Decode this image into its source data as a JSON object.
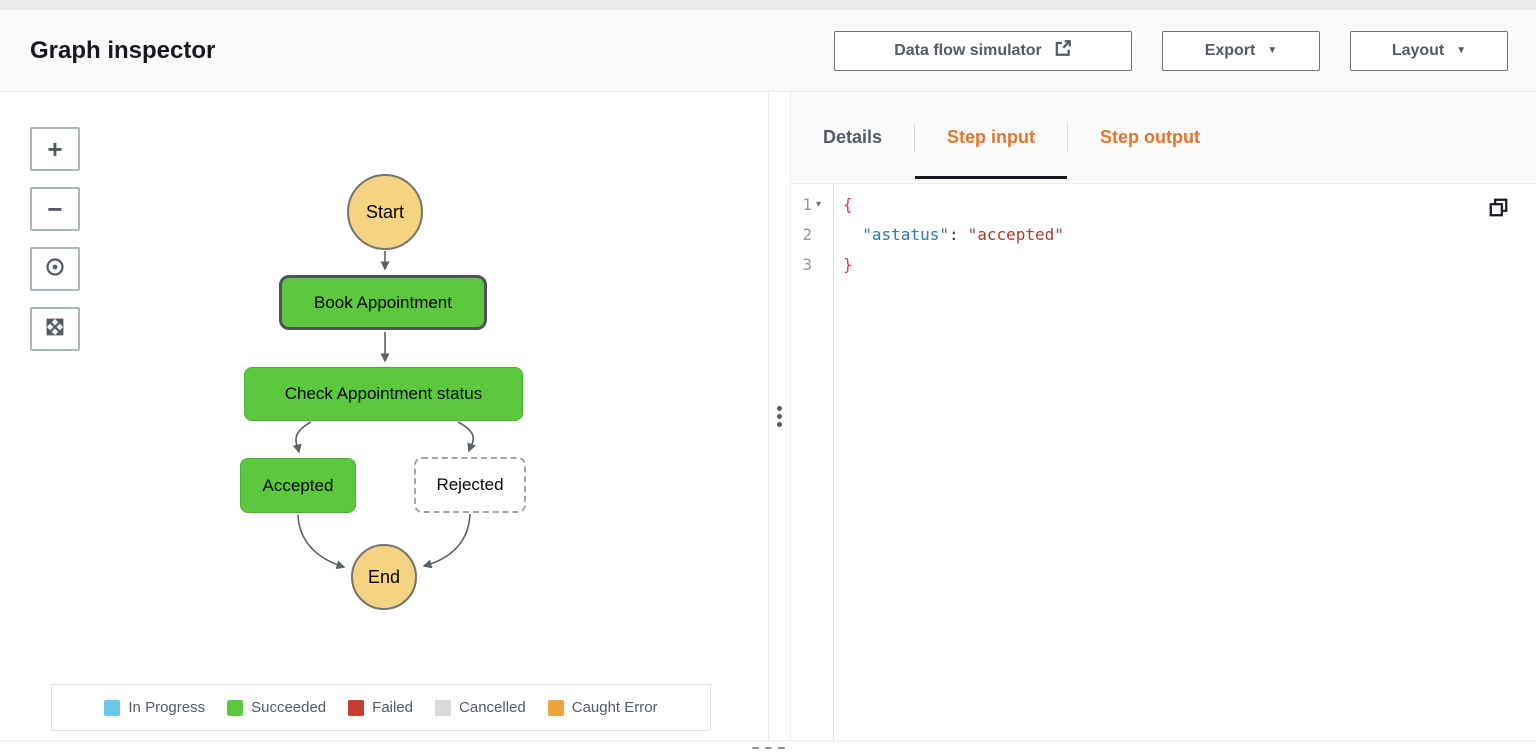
{
  "header": {
    "title": "Graph inspector",
    "buttons": [
      {
        "label": "Data flow simulator",
        "icon": "external-link-icon"
      },
      {
        "label": "Export",
        "icon": "caret-down-icon"
      },
      {
        "label": "Layout",
        "icon": "caret-down-icon"
      }
    ]
  },
  "graph": {
    "zoom_controls": [
      {
        "name": "zoom-in",
        "glyph": "+"
      },
      {
        "name": "zoom-out",
        "glyph": "−"
      },
      {
        "name": "center",
        "glyph": "target"
      },
      {
        "name": "fit-view",
        "glyph": "expand-arrows"
      }
    ],
    "nodes": [
      {
        "id": "start",
        "label": "Start",
        "type": "circle",
        "status": "start"
      },
      {
        "id": "book-appointment",
        "label": "Book Appointment",
        "type": "task",
        "status": "succeeded",
        "selected": true
      },
      {
        "id": "check-appointment-status",
        "label": "Check Appointment status",
        "type": "choice",
        "status": "succeeded"
      },
      {
        "id": "accepted",
        "label": "Accepted",
        "type": "task",
        "status": "succeeded"
      },
      {
        "id": "rejected",
        "label": "Rejected",
        "type": "task",
        "status": "not-executed"
      },
      {
        "id": "end",
        "label": "End",
        "type": "circle",
        "status": "end"
      }
    ],
    "edges": [
      "start->book-appointment",
      "book-appointment->check-appointment-status",
      "check-appointment-status->accepted",
      "check-appointment-status->rejected",
      "accepted->end",
      "rejected->end"
    ],
    "legend": [
      {
        "label": "In Progress",
        "color": "#6bc6ea"
      },
      {
        "label": "Succeeded",
        "color": "#5bc83e"
      },
      {
        "label": "Failed",
        "color": "#c63b34"
      },
      {
        "label": "Cancelled",
        "color": "#d9dbdb"
      },
      {
        "label": "Caught Error",
        "color": "#eea43d"
      }
    ]
  },
  "inspector": {
    "tabs": [
      {
        "label": "Details",
        "active": false
      },
      {
        "label": "Step input",
        "active": true
      },
      {
        "label": "Step output",
        "active": false
      }
    ],
    "editor": {
      "line_numbers": [
        "1",
        "2",
        "3"
      ],
      "collapse_caret": "▾",
      "code": {
        "open_brace": "{",
        "key": "\"astatus\"",
        "colon": ":",
        "value": "\"accepted\"",
        "close_brace": "}"
      }
    }
  },
  "icons": {
    "caret_down": "▼"
  },
  "colors": {
    "succeeded_green": "#5bc83e",
    "start_end_yellow": "#f4d483",
    "tab_active_orange": "#e8732a",
    "in_progress_blue": "#6bc6ea",
    "failed_red": "#c63b34",
    "cancelled_gray": "#d9dbdb",
    "caught_error_orange": "#eea43d",
    "edge_gray": "#596168",
    "json_key_blue": "#2a7ab9",
    "json_string_red": "#ad3a2d",
    "json_brace_pink": "#ee2b7c"
  }
}
